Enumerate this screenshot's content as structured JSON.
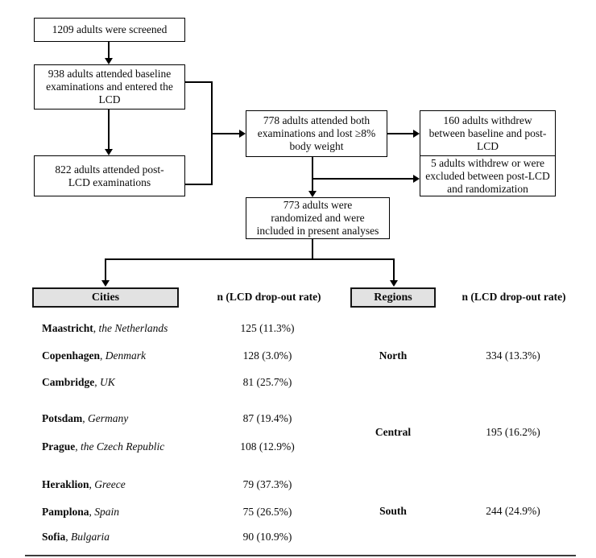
{
  "flow": {
    "screened": "1209 adults were screened",
    "baseline": [
      "938 adults attended baseline",
      "examinations and entered the",
      "LCD"
    ],
    "post_lcd": [
      "822 adults attended post-",
      "LCD examinations"
    ],
    "both_exams": [
      "778 adults attended both",
      "examinations and lost ≥8%",
      "body weight"
    ],
    "withdrew_160": [
      "160 adults withdrew",
      "between baseline and post-",
      "LCD"
    ],
    "withdrew_5": [
      "5 adults withdrew or were",
      "excluded between post-LCD",
      "and randomization"
    ],
    "randomized": [
      "773 adults were",
      "randomized and were",
      "included in present analyses"
    ]
  },
  "table": {
    "cities_header": "Cities",
    "regions_header": "Regions",
    "n_header_cities": "n (LCD drop-out rate)",
    "n_header_regions": "n (LCD drop-out rate)",
    "separator": ", ",
    "cities": [
      {
        "city": "Maastricht",
        "country": "the Netherlands",
        "value": "125 (11.3%)"
      },
      {
        "city": "Copenhagen",
        "country": "Denmark",
        "value": "128 (3.0%)"
      },
      {
        "city": "Cambridge",
        "country": "UK",
        "value": "81 (25.7%)"
      },
      {
        "city": "Potsdam",
        "country": "Germany",
        "value": "87 (19.4%)"
      },
      {
        "city": "Prague",
        "country": "the Czech Republic",
        "value": "108 (12.9%)"
      },
      {
        "city": "Heraklion",
        "country": "Greece",
        "value": "79 (37.3%)"
      },
      {
        "city": "Pamplona",
        "country": "Spain",
        "value": "75 (26.5%)"
      },
      {
        "city": "Sofia",
        "country": "Bulgaria",
        "value": "90 (10.9%)"
      }
    ],
    "regions": [
      {
        "region": "North",
        "value": "334 (13.3%)"
      },
      {
        "region": "Central",
        "value": "195 (16.2%)"
      },
      {
        "region": "South",
        "value": "244 (24.9%)"
      }
    ]
  },
  "colors": {
    "header_fill": "#e2e2e2",
    "line": "#000000"
  }
}
